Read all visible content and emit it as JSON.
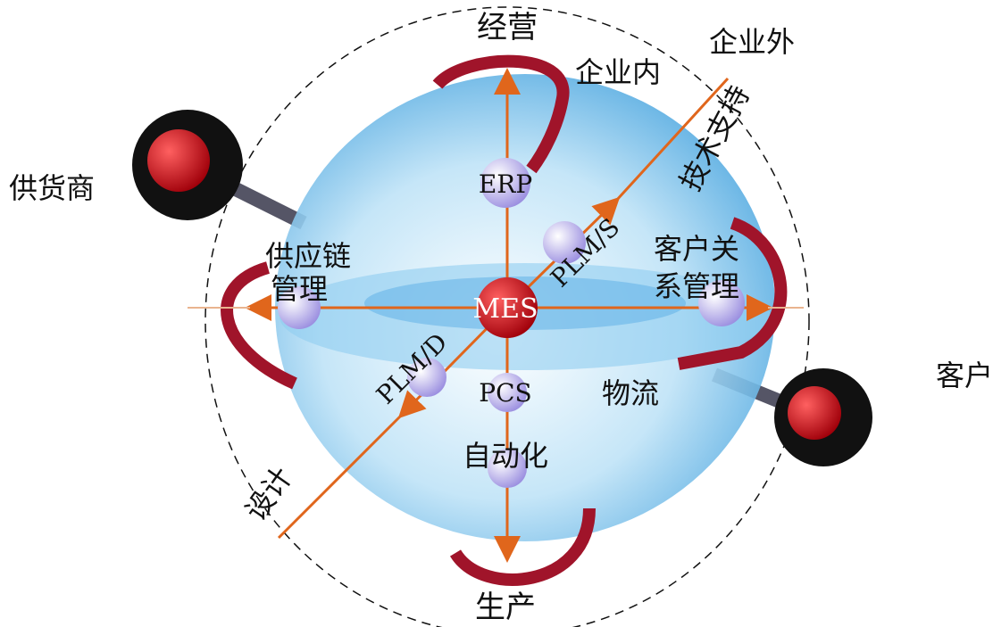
{
  "title": "MES integration diagram",
  "colors": {
    "axis": "#e0661c",
    "sphere": "#7fc4ec",
    "arrow": "#a0142a",
    "node": "#c9c3f0",
    "mes": "#c0101a"
  },
  "labels": {
    "operation": "经营",
    "outside": "企业外",
    "inside": "企业内",
    "tech_support": "技术支持",
    "supplier": "供货商",
    "erp": "ERP",
    "plm_s": "PLM/S",
    "crm_line1": "客户关",
    "crm_line2": "系管理",
    "scm_line1": "供应链",
    "scm_line2": "管理",
    "mes": "MES",
    "customer": "客户",
    "plm_d": "PLM/D",
    "pcs": "PCS",
    "logistics": "物流",
    "automation": "自动化",
    "design": "设计",
    "production": "生产"
  }
}
